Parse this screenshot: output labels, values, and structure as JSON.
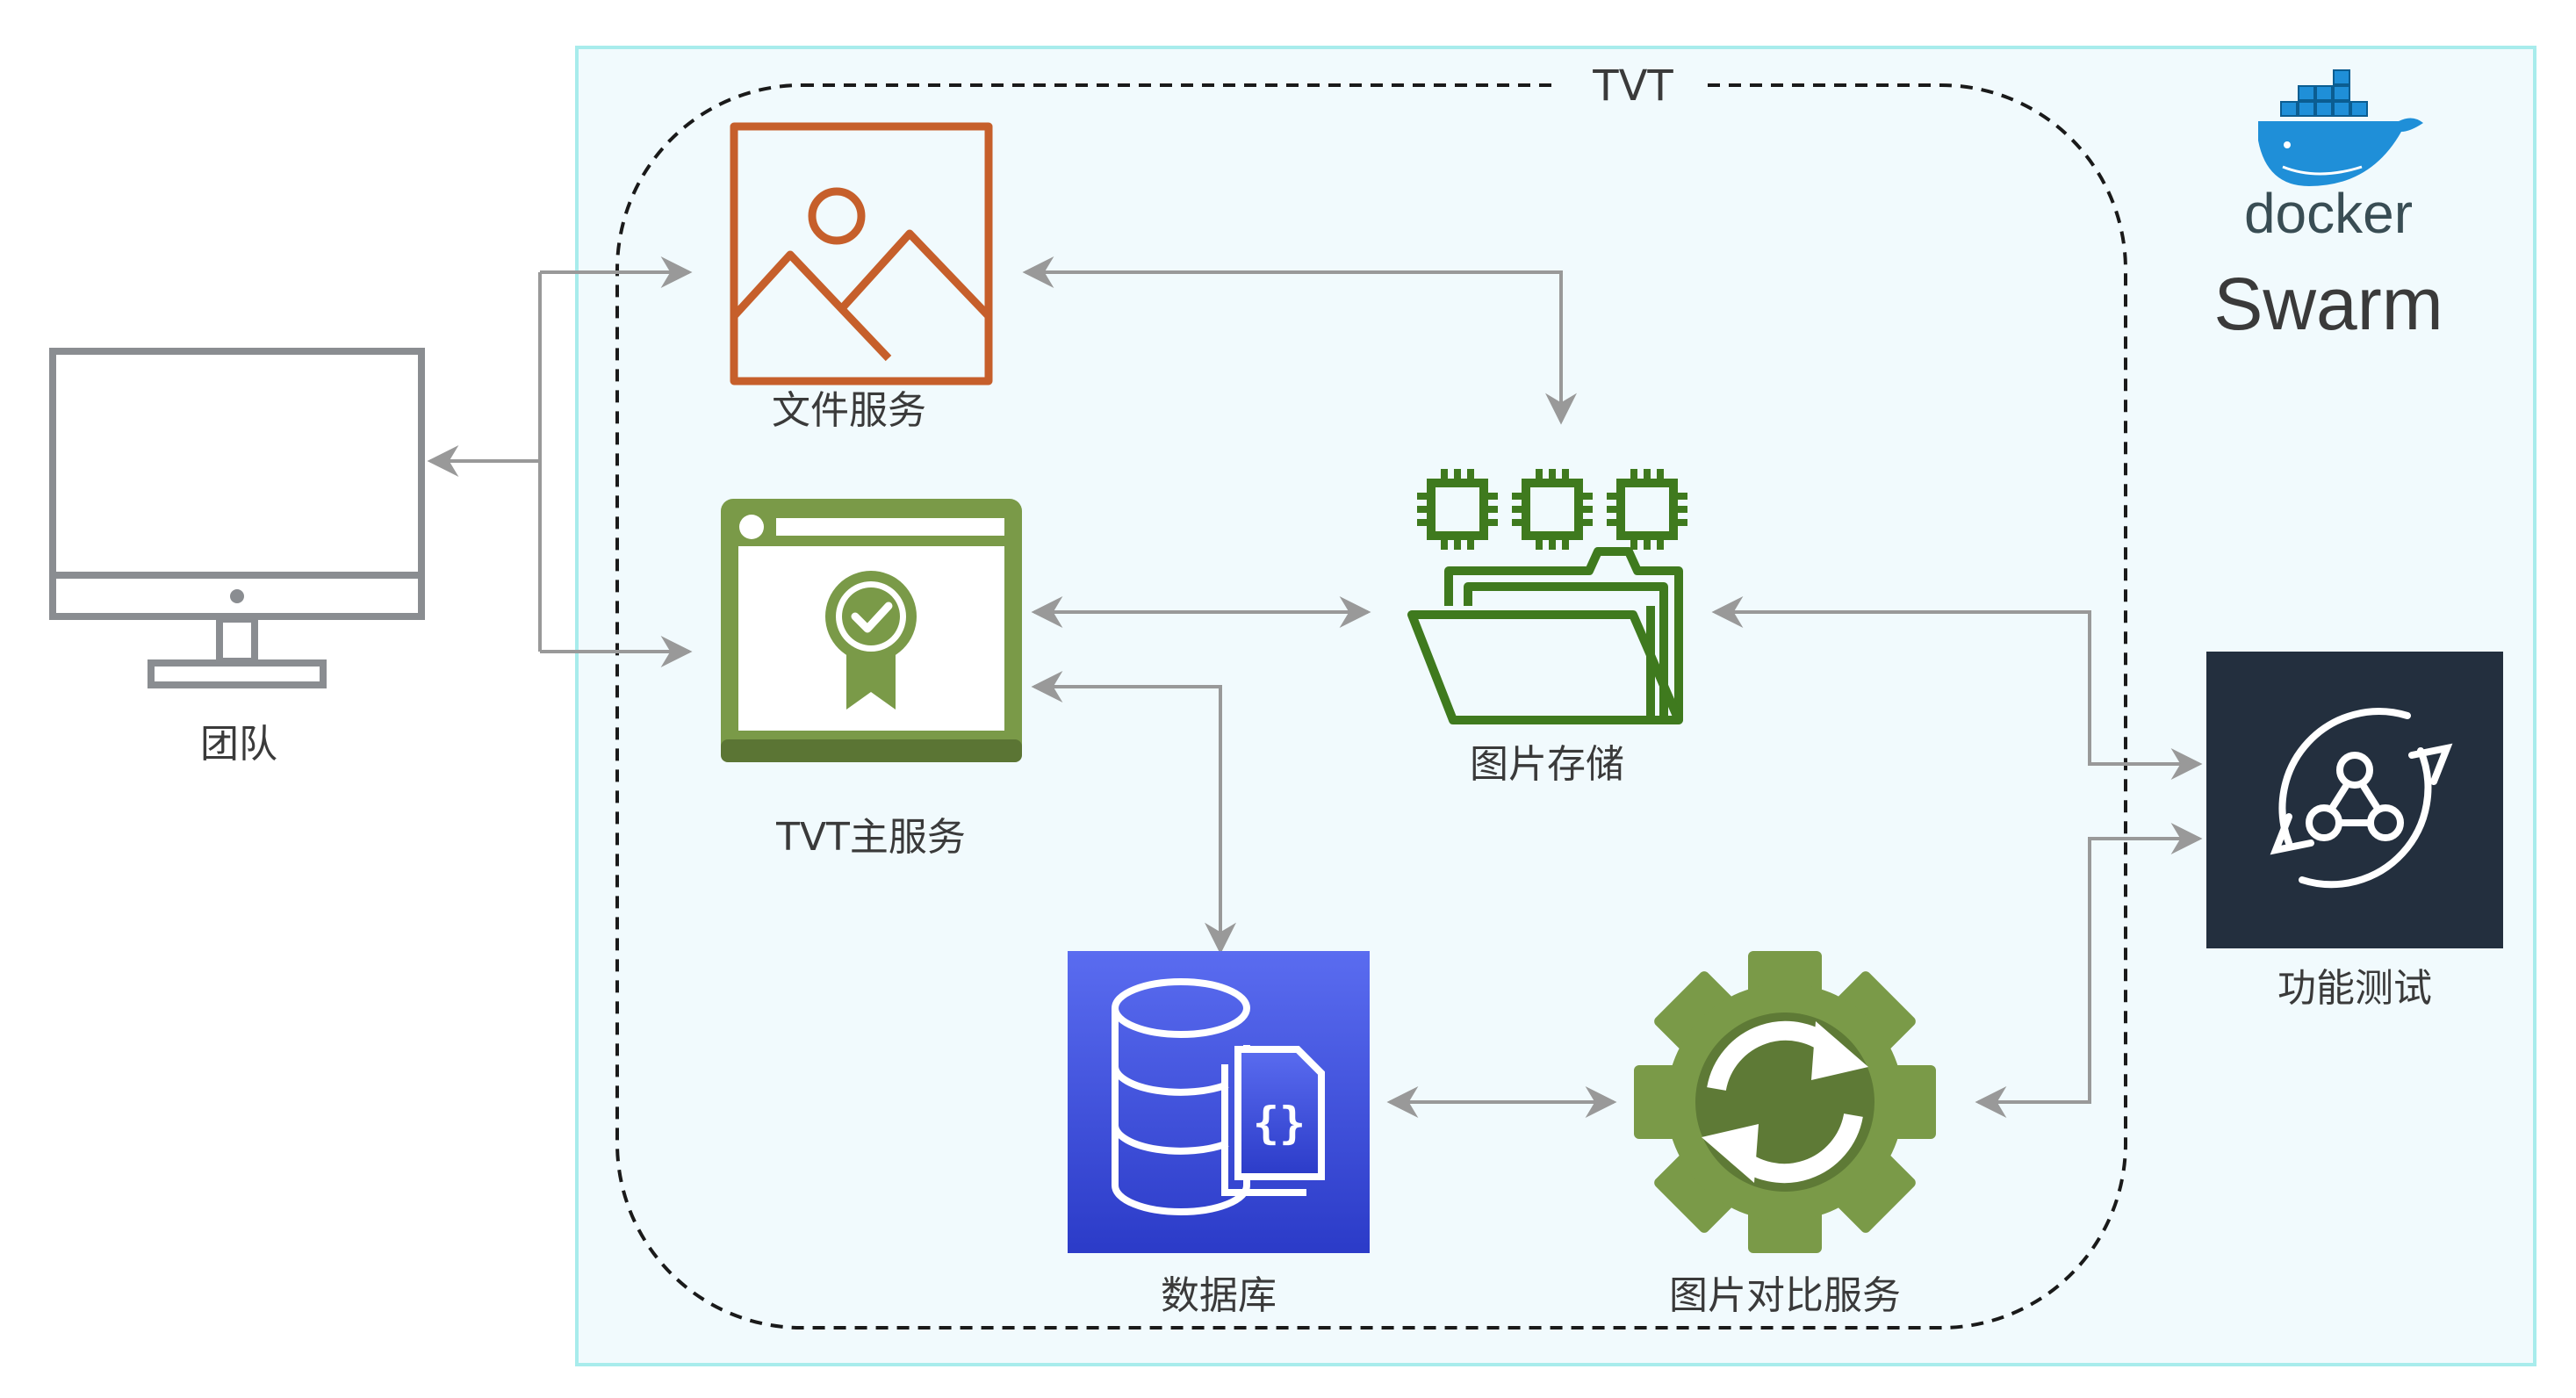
{
  "diagram": {
    "group_title": "TVT",
    "platform": {
      "brand": "docker",
      "product": "Swarm"
    },
    "nodes": {
      "team": {
        "label": "团队",
        "icon": "monitor-icon"
      },
      "file_service": {
        "label": "文件服务",
        "icon": "image-icon"
      },
      "main_service": {
        "label": "TVT主服务",
        "icon": "certificate-window-icon"
      },
      "image_storage": {
        "label": "图片存储",
        "icon": "folder-chips-icon"
      },
      "database": {
        "label": "数据库",
        "icon": "database-icon"
      },
      "compare_service": {
        "label": "图片对比服务",
        "icon": "sync-gear-icon"
      },
      "func_test": {
        "label": "功能测试",
        "icon": "cycle-network-icon"
      }
    },
    "edges": [
      {
        "from": "team",
        "to": "file_service",
        "direction": "both"
      },
      {
        "from": "team",
        "to": "main_service",
        "direction": "both"
      },
      {
        "from": "file_service",
        "to": "image_storage",
        "direction": "both"
      },
      {
        "from": "main_service",
        "to": "image_storage",
        "direction": "both"
      },
      {
        "from": "main_service",
        "to": "database",
        "direction": "both"
      },
      {
        "from": "database",
        "to": "compare_service",
        "direction": "both"
      },
      {
        "from": "image_storage",
        "to": "func_test",
        "direction": "both"
      },
      {
        "from": "compare_service",
        "to": "func_test",
        "direction": "both"
      }
    ],
    "colors": {
      "swarm_bg": "#f1fafd",
      "swarm_border": "#a8ecec",
      "file_service": "#c65f2b",
      "main_service": "#7a9a48",
      "storage": "#3f7a1e",
      "database_top": "#5a6cf0",
      "database_bottom": "#2b3bc8",
      "compare": "#7a9a48",
      "func_test_bg": "#232f3e",
      "arrow": "#999999",
      "docker_blue": "#1f8fd8"
    }
  }
}
